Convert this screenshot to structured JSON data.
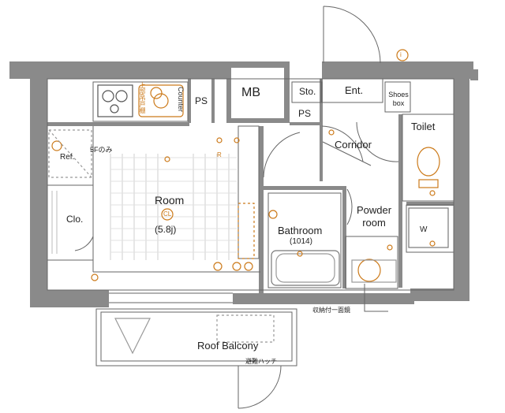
{
  "rooms": {
    "mb": "MB",
    "ps_top": "PS",
    "ps_entry": "PS",
    "storage": "Sto.",
    "entrance": "Ent.",
    "shoes_box_line1": "Shoes",
    "shoes_box_line2": "box",
    "toilet": "Toilet",
    "corridor": "Corridor",
    "room": "Room",
    "room_size": "(5.8j)",
    "counter": "Counter",
    "refrigerator": "Ref.",
    "closet": "Clo.",
    "bathroom": "Bathroom",
    "bathroom_code": "(1014)",
    "powder_room_line1": "Powder",
    "powder_room_line2": "room",
    "washer": "W",
    "roof_balcony": "Roof Balcony"
  },
  "notes": {
    "fifth_floor_only": "5Fのみ",
    "upper_cabinet": "上部吊戸棚",
    "fire_escape": "避難ハッチ",
    "storage_shelf": "収納付一面鏡"
  },
  "symbols": {
    "ceiling_light": "CL",
    "reset_r": "R",
    "info_marker": "i"
  },
  "colors": {
    "wall": "#8a8a8a",
    "wall_dark": "#7d7d7d",
    "line": "#555555",
    "fixture": "#cc7a1a",
    "floor_hatch": "#c8c8c8"
  }
}
